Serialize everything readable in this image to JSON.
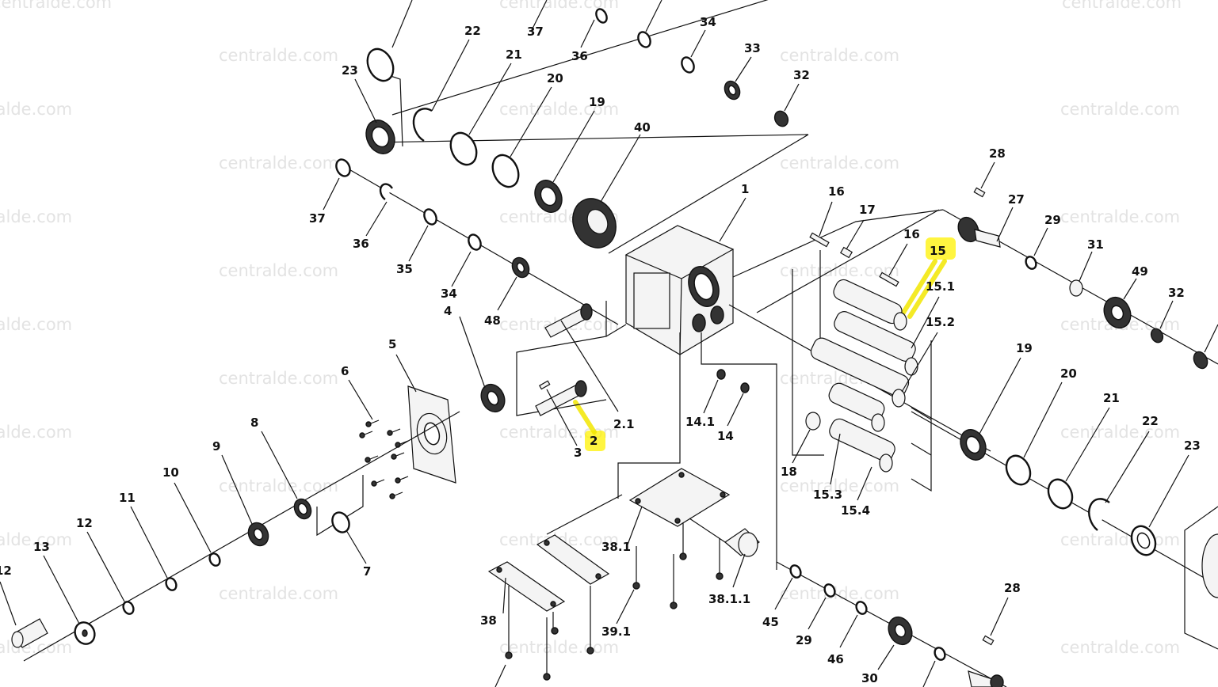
{
  "watermark": "centralde.com",
  "labels": {
    "l1": "1",
    "l2": "2",
    "l2_1": "2.1",
    "l3": "3",
    "l4": "4",
    "l5": "5",
    "l6": "6",
    "l7": "7",
    "l8": "8",
    "l9": "9",
    "l10": "10",
    "l11": "11",
    "l12": "12",
    "l13": "13",
    "l14": "14",
    "l14_1": "14.1",
    "l15": "15",
    "l15_1": "15.1",
    "l15_2": "15.2",
    "l15_3": "15.3",
    "l15_4": "15.4",
    "l16a": "16",
    "l16b": "16",
    "l17": "17",
    "l18": "18",
    "l19a": "19",
    "l19b": "19",
    "l20a": "20",
    "l20b": "20",
    "l21a": "21",
    "l21b": "21",
    "l22a": "22",
    "l22b": "22",
    "l23a": "23",
    "l23b": "23",
    "l27": "27",
    "l28a": "28",
    "l28b": "28",
    "l29a": "29",
    "l29b": "29",
    "l30": "30",
    "l31": "31",
    "l32a": "32",
    "l32b": "32",
    "l33": "33",
    "l34a": "34",
    "l34b": "34",
    "l35": "35",
    "l36a": "36",
    "l36b": "36",
    "l37a": "37",
    "l37b": "37",
    "l38": "38",
    "l38_1": "38.1",
    "l38_1_1": "38.1.1",
    "l39_1": "39.1",
    "l40": "40",
    "l45": "45",
    "l46": "46",
    "l48": "48",
    "l49": "49"
  },
  "highlight_color": "#fff200"
}
